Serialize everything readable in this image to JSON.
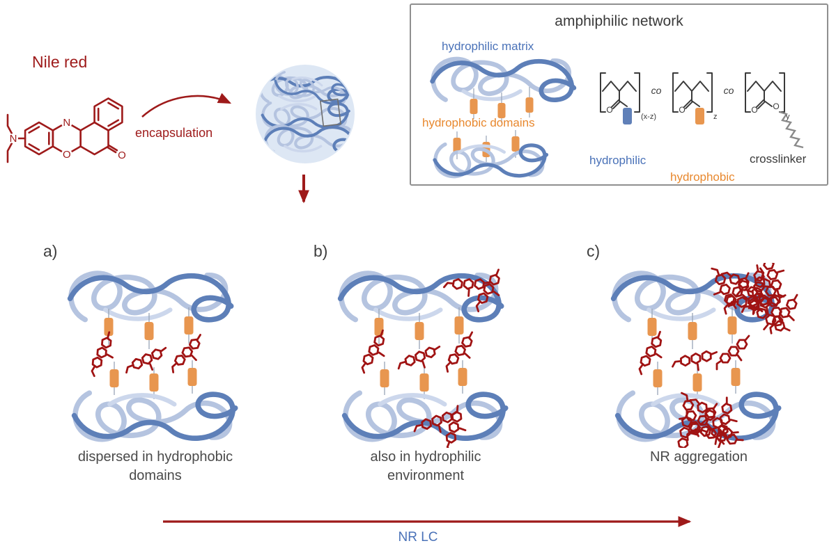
{
  "colors": {
    "dark_red": "#9e1a1a",
    "nile_red_molecule": "#a01313",
    "polymer_blue": "#5d7fb8",
    "polymer_blue_light": "#b5c4e0",
    "hydrophobic_orange": "#e8964f",
    "orange_text": "#e8882e",
    "blue_text": "#4a72b8",
    "gray_text": "#4a4a4a",
    "box_border": "#8f8f8f"
  },
  "top_left": {
    "nile_red_label": "Nile red",
    "encapsulation_label": "encapsulation",
    "atoms": {
      "amine_n": "N",
      "ring_n": "N",
      "ring_o": "O",
      "carbonyl_o": "O"
    }
  },
  "inset": {
    "title": "amphiphilic network",
    "hydrophilic_matrix_label": "hydrophilic matrix",
    "hydrophobic_domains_label": "hydrophobic domains",
    "structure": {
      "co": "co",
      "sub_xz": "(x-z)",
      "sub_z": "z",
      "sub_y": "y",
      "o": "O",
      "hydrophilic_label": "hydrophilic",
      "hydrophobic_label": "hydrophobic",
      "crosslinker_label": "crosslinker"
    }
  },
  "panels": [
    {
      "label": "a)",
      "caption_line1": "dispersed in hydrophobic",
      "caption_line2": "domains"
    },
    {
      "label": "b)",
      "caption_line1": "also in hydrophilic",
      "caption_line2": "environment"
    },
    {
      "label": "c)",
      "caption_line1": "NR aggregation",
      "caption_line2": ""
    }
  ],
  "axis_label": "NR LC"
}
